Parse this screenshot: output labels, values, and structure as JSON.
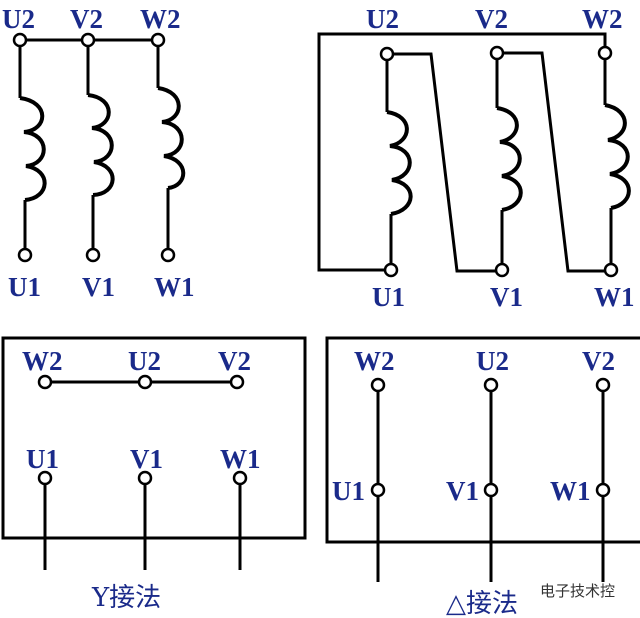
{
  "top_left_star": {
    "top": [
      "U2",
      "V2",
      "W2"
    ],
    "bottom": [
      "U1",
      "V1",
      "W1"
    ]
  },
  "top_right_delta": {
    "top": [
      "U2",
      "V2",
      "W2"
    ],
    "bottom": [
      "U1",
      "V1",
      "W1"
    ]
  },
  "bottom_left_box": {
    "top": [
      "W2",
      "U2",
      "V2"
    ],
    "bottom": [
      "U1",
      "V1",
      "W1"
    ],
    "caption": "Y接法"
  },
  "bottom_right_box": {
    "top": [
      "W2",
      "U2",
      "V2"
    ],
    "middle": [
      "U1",
      "V1",
      "W1"
    ],
    "caption": "△接法"
  },
  "watermark": "电子技术控",
  "colors": {
    "label": "#1a2a8a",
    "wire": "#000000"
  }
}
